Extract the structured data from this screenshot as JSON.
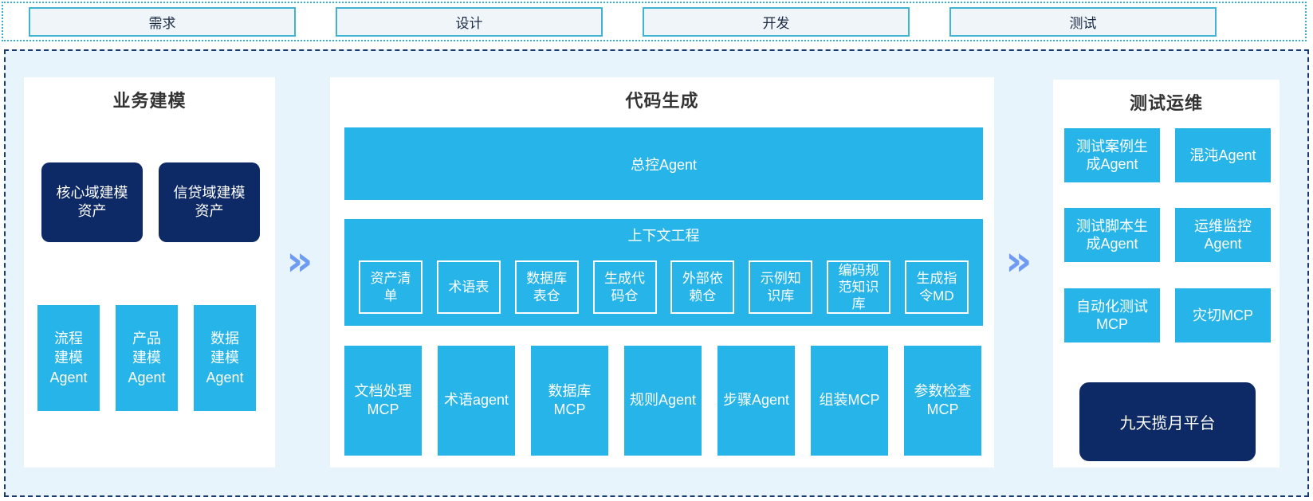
{
  "phases": [
    {
      "label": "需求"
    },
    {
      "label": "设计"
    },
    {
      "label": "开发"
    },
    {
      "label": "测试"
    }
  ],
  "arrow_glyph": "»",
  "panels": {
    "left": {
      "title": "业务建模",
      "asset_boxes": [
        {
          "label": "核心域建模资产"
        },
        {
          "label": "信贷域建模资产"
        }
      ],
      "agent_boxes": [
        {
          "label": "流程建模Agent"
        },
        {
          "label": "产品建模Agent"
        },
        {
          "label": "数据建模Agent"
        }
      ]
    },
    "middle": {
      "title": "代码生成",
      "master_agent": "总控Agent",
      "context_section": {
        "title": "上下文工程",
        "items": [
          {
            "label": "资产清单"
          },
          {
            "label": "术语表"
          },
          {
            "label": "数据库表仓"
          },
          {
            "label": "生成代码仓"
          },
          {
            "label": "外部依赖仓"
          },
          {
            "label": "示例知识库"
          },
          {
            "label": "编码规范知识库"
          },
          {
            "label": "生成指令MD"
          }
        ]
      },
      "tool_boxes": [
        {
          "label": "文档处理MCP"
        },
        {
          "label": "术语agent"
        },
        {
          "label": "数据库MCP"
        },
        {
          "label": "规则Agent"
        },
        {
          "label": "步骤Agent"
        },
        {
          "label": "组装MCP"
        },
        {
          "label": "参数检查MCP"
        }
      ]
    },
    "right": {
      "title": "测试运维",
      "agent_boxes": [
        {
          "label": "测试案例生成Agent"
        },
        {
          "label": "混沌Agent"
        },
        {
          "label": "测试脚本生成Agent"
        },
        {
          "label": "运维监控Agent"
        },
        {
          "label": "自动化测试MCP"
        },
        {
          "label": "灾切MCP"
        }
      ],
      "platform": "九天揽月平台"
    }
  },
  "colors": {
    "cyan": "#26b4e9",
    "navy": "#0d2a66",
    "light_blue_bg": "#e8f4fc",
    "dashed_border": "#1a3a70",
    "dotted_border": "#35aed8",
    "chevron": "#6f9bf2"
  }
}
